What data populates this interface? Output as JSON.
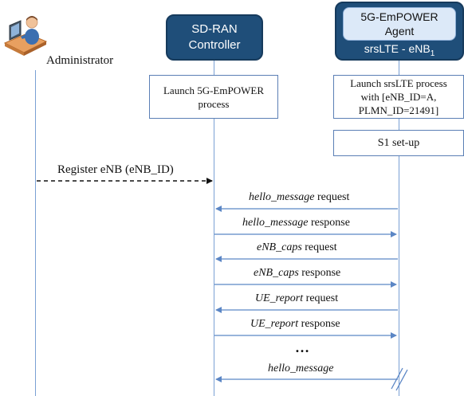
{
  "actors": {
    "administrator": "Administrator",
    "controller": {
      "line1": "SD-RAN",
      "line2": "Controller"
    },
    "agent": {
      "line1": "5G-EmPOWER",
      "line2": "Agent",
      "sub": "srsLTE  -  eNB",
      "sub_index": "1"
    }
  },
  "boxes": {
    "launch_controller": {
      "line1": "Launch 5G-EmPOWER",
      "line2": "process"
    },
    "launch_srslte": {
      "line1": "Launch srsLTE process",
      "line2": "with [eNB_ID=A,",
      "line3": "PLMN_ID=21491]"
    },
    "s1_setup": "S1 set-up"
  },
  "messages": [
    {
      "italic": "",
      "text": "Register  eNB (eNB_ID)",
      "direction": "admin-to-controller",
      "style": "dashed"
    },
    {
      "italic": "hello_message",
      "text": " request",
      "direction": "agent-to-controller",
      "style": "solid"
    },
    {
      "italic": "hello_message",
      "text": " response",
      "direction": "controller-to-agent",
      "style": "solid"
    },
    {
      "italic": "eNB_caps",
      "text": " request",
      "direction": "agent-to-controller",
      "style": "solid"
    },
    {
      "italic": "eNB_caps",
      "text": " response",
      "direction": "controller-to-agent",
      "style": "solid"
    },
    {
      "italic": "UE_report",
      "text": " request",
      "direction": "agent-to-controller",
      "style": "solid"
    },
    {
      "italic": "UE_report",
      "text": " response",
      "direction": "controller-to-agent",
      "style": "solid"
    },
    {
      "italic": "hello_message",
      "text": "",
      "direction": "agent-to-controller",
      "style": "solid-broken"
    }
  ],
  "ellipsis": "…",
  "colors": {
    "lifeline": "#7aa0d4",
    "actor_dark": "#1f4e79",
    "actor_light": "#dce9f8",
    "arrow": "#5b86c5"
  }
}
